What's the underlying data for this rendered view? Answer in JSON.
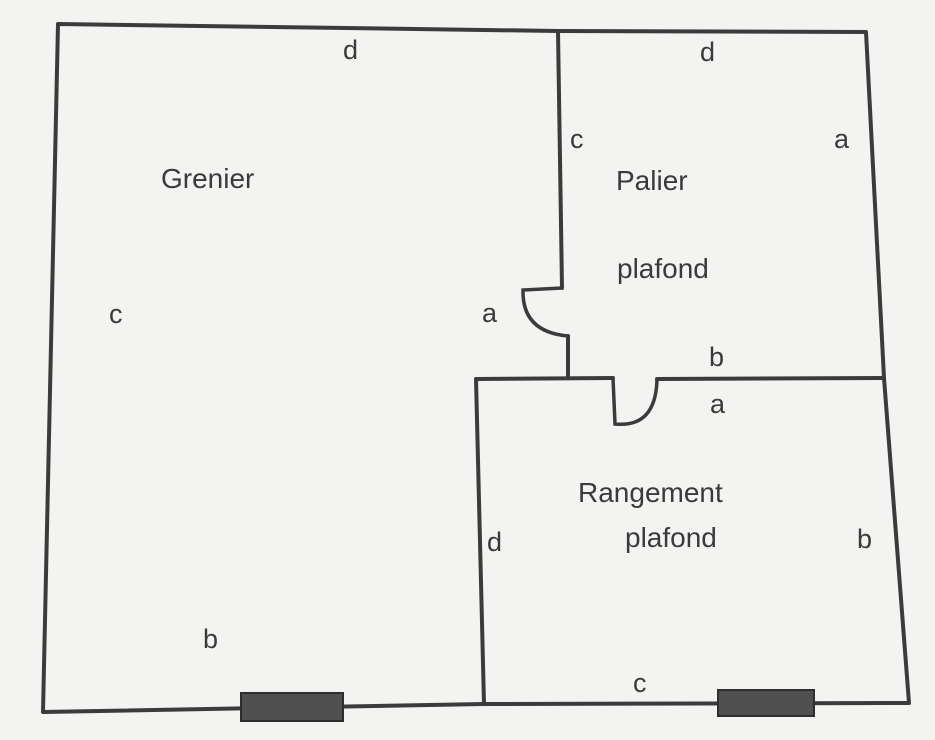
{
  "rooms": {
    "grenier": {
      "name": "Grenier",
      "walls": {
        "top": "d",
        "left": "c",
        "right": "a",
        "bottom": "b"
      }
    },
    "palier": {
      "name": "Palier",
      "ceiling": "plafond",
      "walls": {
        "top": "d",
        "left": "c",
        "right": "a",
        "bottom": "b"
      }
    },
    "rangement": {
      "name": "Rangement",
      "ceiling": "plafond",
      "walls": {
        "top": "a",
        "left": "d",
        "right": "b",
        "bottom": "c"
      }
    }
  },
  "colors": {
    "paper": "#f3f3f1",
    "ink": "#3b3b3b",
    "window": "#505050"
  }
}
